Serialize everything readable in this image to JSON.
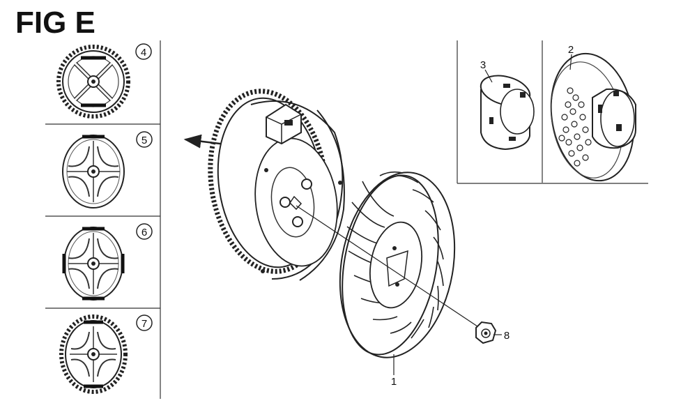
{
  "figure": {
    "title": "FIG E"
  },
  "variants": [
    {
      "id": "4"
    },
    {
      "id": "5"
    },
    {
      "id": "6"
    },
    {
      "id": "7"
    }
  ],
  "callouts": {
    "fan": "1",
    "rotor_cup": "2",
    "sleeve": "3",
    "nut": "8"
  }
}
